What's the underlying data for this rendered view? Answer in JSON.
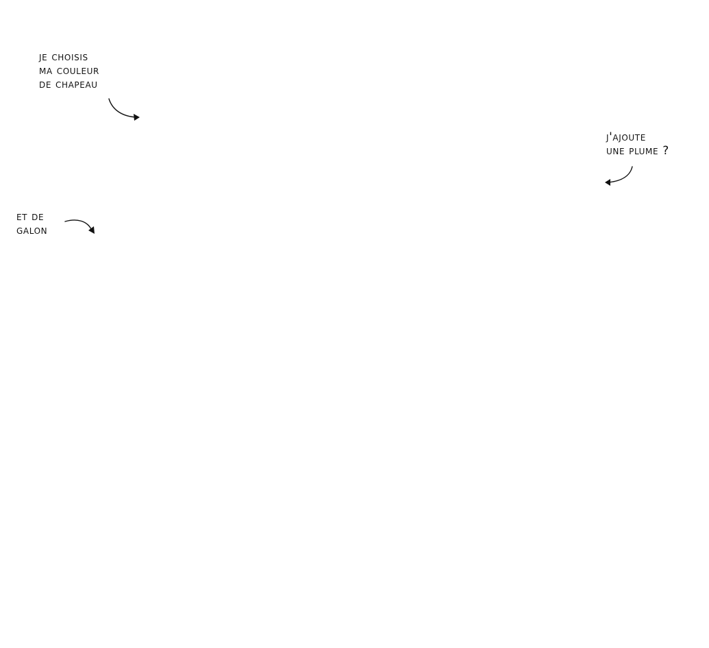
{
  "background_color": "#ffffff",
  "ink_color": "#111111",
  "annotations": {
    "hat": {
      "lines": [
        "je choisis",
        "ma couleur",
        "de chapeau"
      ],
      "arrow_icon": "curved-arrow-down-right-icon"
    },
    "feather": {
      "lines": [
        "j'ajoute",
        "une plume ?"
      ],
      "arrow_icon": "curved-arrow-down-left-icon"
    },
    "ribbon": {
      "lines": [
        "et de",
        "galon"
      ],
      "arrow_icon": "curved-arrow-down-right-icon"
    }
  }
}
